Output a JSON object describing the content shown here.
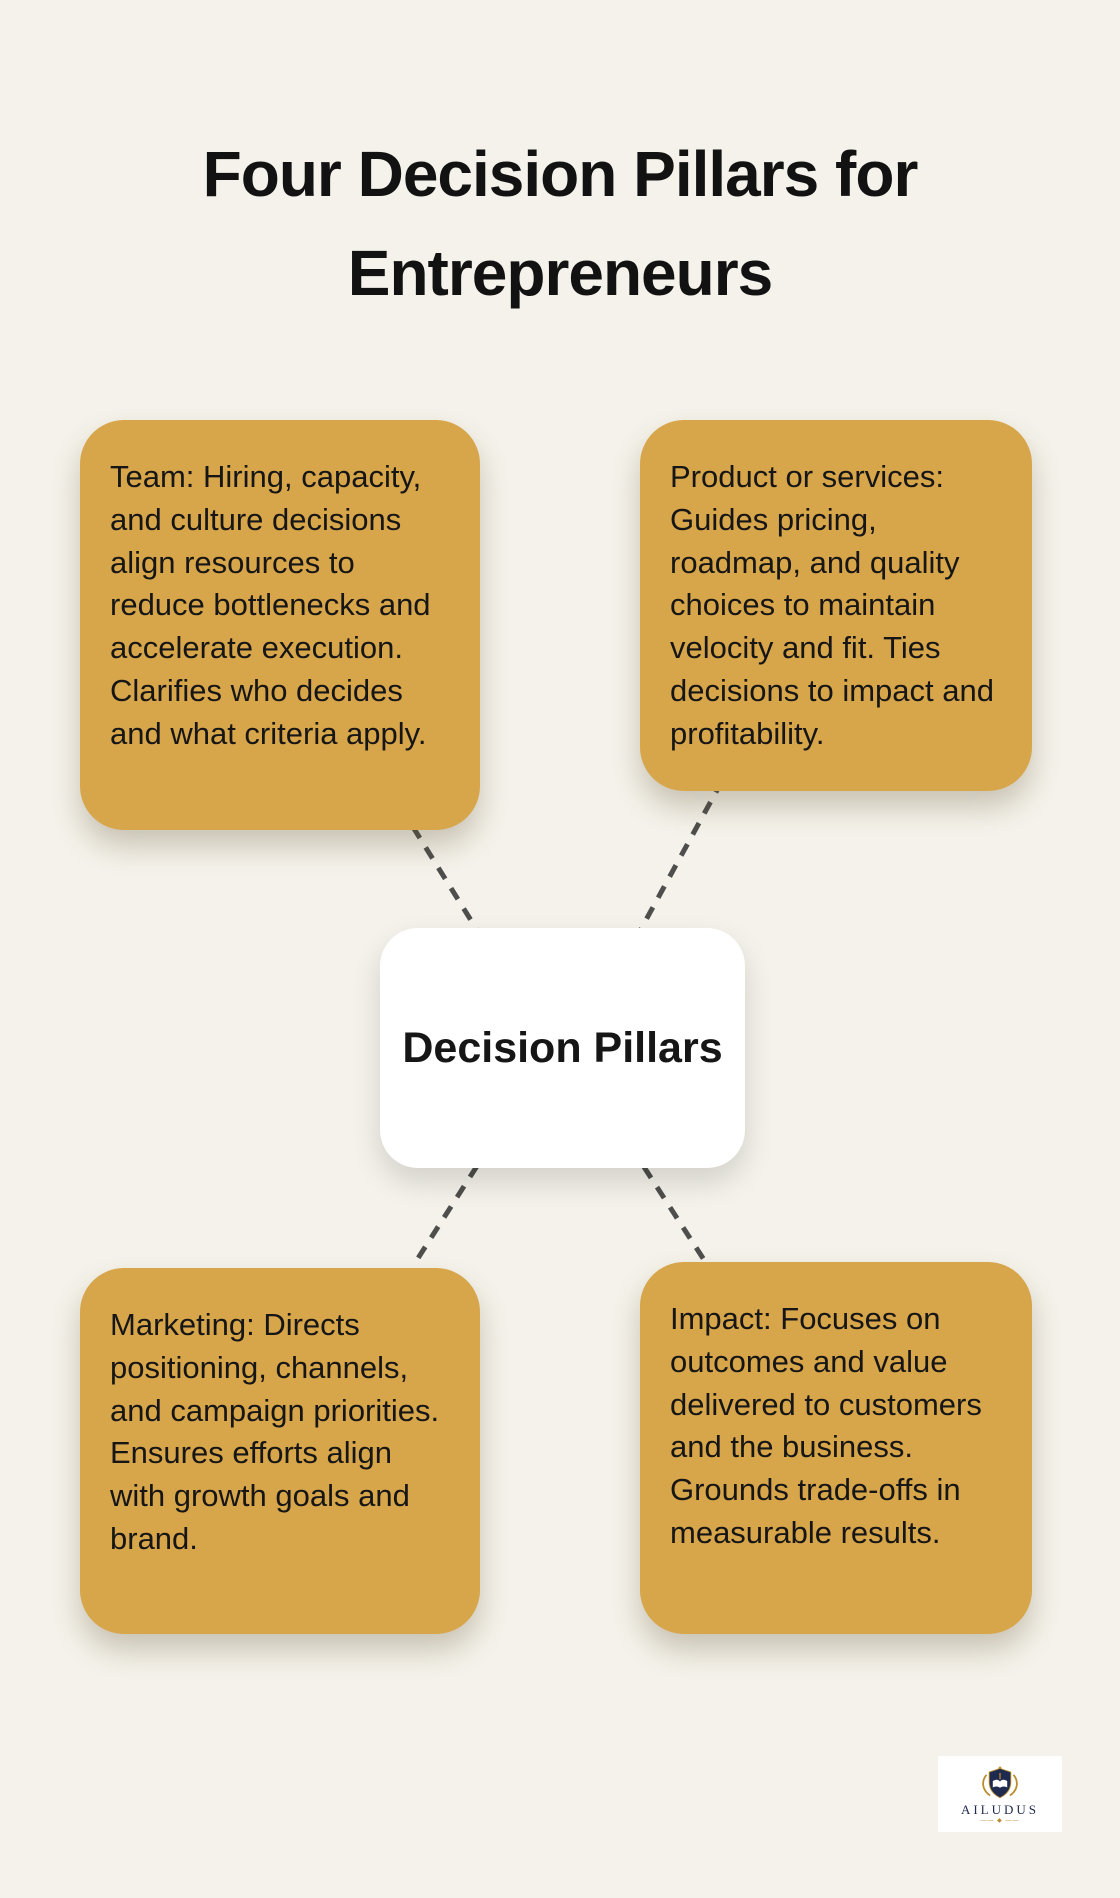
{
  "title": "Four Decision Pillars for Entrepreneurs",
  "center": {
    "label": "Decision Pillars"
  },
  "pillars": [
    {
      "id": "team",
      "text": "Team: Hiring, capacity, and culture decisions align resources to reduce bottlenecks and accelerate execution. Clarifies who decides and what criteria apply."
    },
    {
      "id": "product",
      "text": "Product or services: Guides pricing, roadmap, and quality choices to maintain velocity and fit. Ties decisions to impact and profitability."
    },
    {
      "id": "marketing",
      "text": "Marketing: Directs positioning, channels, and campaign priorities. Ensures efforts align with growth goals and brand."
    },
    {
      "id": "impact",
      "text": "Impact: Focuses on outcomes and value delivered to customers and the business. Grounds trade-offs in measurable results."
    }
  ],
  "logo": {
    "name": "AILUDUS"
  },
  "colors": {
    "background": "#f4f2ea",
    "pillar_card": "#d7a54a",
    "center_card": "#ffffff",
    "text": "#161616",
    "connector": "#4e4e4c",
    "logo_navy": "#1e2b4f",
    "logo_gold": "#b98d2f"
  }
}
